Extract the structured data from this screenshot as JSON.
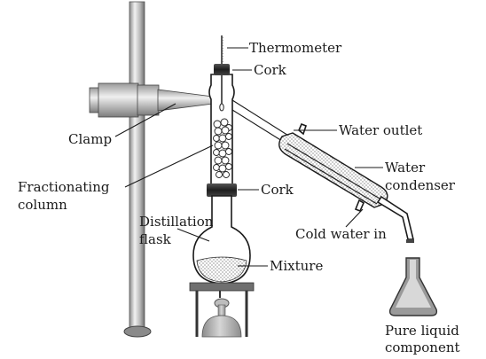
{
  "labels": {
    "thermometer": "Thermometer",
    "cork_top": "Cork",
    "clamp": "Clamp",
    "water_outlet": "Water outlet",
    "water_condenser_1": "Water",
    "water_condenser_2": "condenser",
    "fractionating_column_1": "Fractionating",
    "fractionating_column_2": "column",
    "cork_bottom": "Cork",
    "distillation_flask_1": "Distillation",
    "distillation_flask_2": "flask",
    "cold_water_in": "Cold water in",
    "mixture": "Mixture",
    "pure_liquid_1": "Pure liquid",
    "pure_liquid_2": "component"
  }
}
